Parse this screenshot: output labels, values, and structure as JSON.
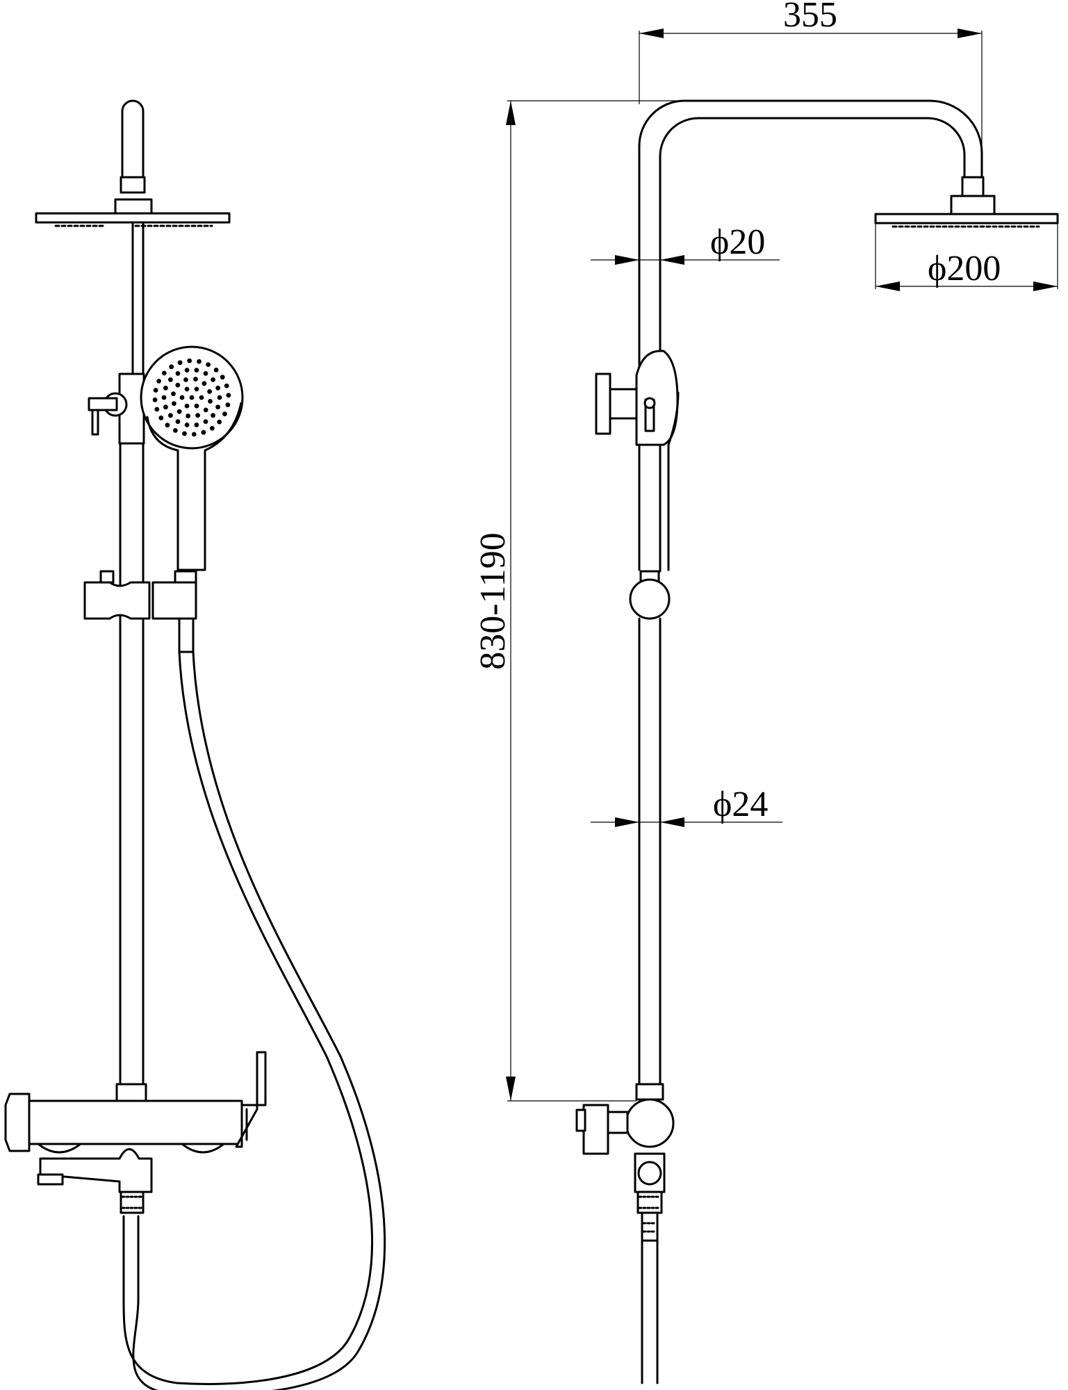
{
  "dimensions": {
    "arm_reach": "355",
    "upper_pipe_diameter": "ϕ20",
    "head_diameter": "ϕ200",
    "height_range": "830-1190",
    "lower_pipe_diameter": "ϕ24"
  },
  "colors": {
    "stroke": "#000000",
    "background": "#ffffff"
  }
}
